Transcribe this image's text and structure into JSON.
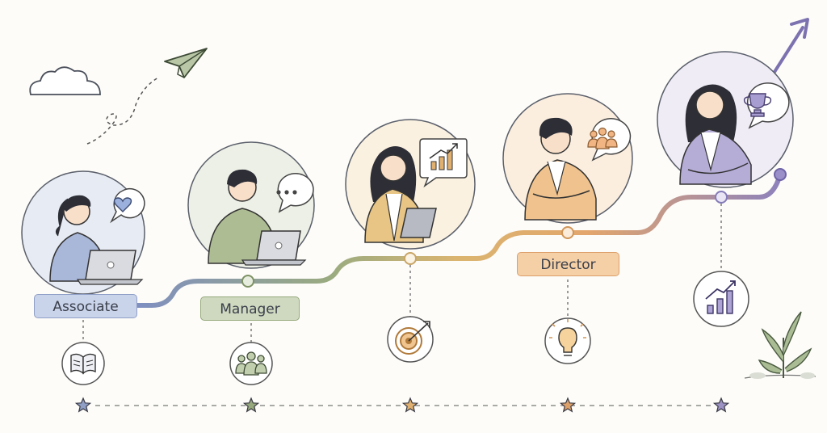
{
  "stages": [
    {
      "id": "associate",
      "label": "Associate",
      "icon": "book-icon",
      "color": "#8f9fc6"
    },
    {
      "id": "manager",
      "label": "Manager",
      "icon": "team-icon",
      "color": "#96a97c"
    },
    {
      "id": "stage-3",
      "label": "",
      "icon": "target-icon",
      "color": "#e0b070"
    },
    {
      "id": "director",
      "label": "Director",
      "icon": "lightbulb-icon",
      "color": "#dca06a"
    },
    {
      "id": "stage-5",
      "label": "",
      "icon": "growth-chart-icon",
      "color": "#9d92c4"
    }
  ],
  "bubbles": [
    "heart-icon",
    "ellipsis-icon",
    "bar-chart-icon",
    "group-icon",
    "trophy-icon"
  ],
  "decor": [
    "cloud-icon",
    "paper-plane-icon",
    "plant-icon",
    "arrow-up-icon",
    "star-icon"
  ]
}
